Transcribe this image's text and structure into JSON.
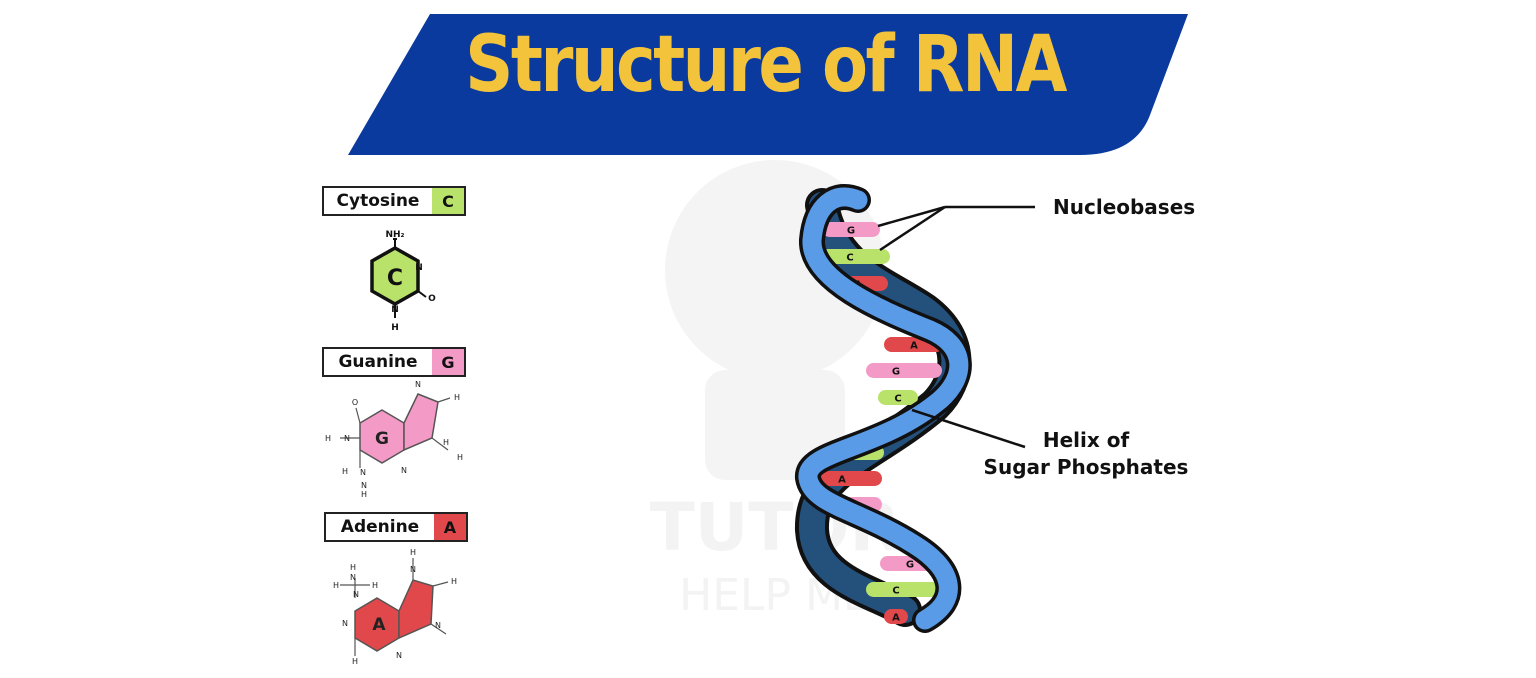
{
  "title": "Structure of RNA",
  "colors": {
    "banner": "#0a3a9e",
    "title": "#f2c33b",
    "cytosine": "#b9e26a",
    "guanine": "#f39bc6",
    "adenine": "#e0484b",
    "helix_front": "#5a9be8",
    "helix_back": "#24507c"
  },
  "legend": {
    "cytosine": {
      "name": "Cytosine",
      "code": "C",
      "ring_letter": "C",
      "atoms": [
        "NH₂",
        "N",
        "O",
        "N",
        "H"
      ]
    },
    "guanine": {
      "name": "Guanine",
      "code": "G",
      "ring_letter": "G",
      "atoms": [
        "O",
        "N",
        "H",
        "H",
        "N",
        "H",
        "H",
        "N",
        "N",
        "H",
        "N",
        "H"
      ]
    },
    "adenine": {
      "name": "Adenine",
      "code": "A",
      "ring_letter": "A",
      "atoms": [
        "H",
        "H",
        "N",
        "H",
        "N",
        "H",
        "N",
        "H",
        "N",
        "N",
        "H",
        "N"
      ]
    }
  },
  "helix": {
    "bases": [
      "G",
      "C",
      "A",
      "A",
      "G",
      "C",
      "C",
      "A",
      "G",
      "G",
      "C",
      "A"
    ]
  },
  "callouts": {
    "nucleobases": "Nucleobases",
    "helix_line1": "Helix of",
    "helix_line2": "Sugar Phosphates"
  },
  "watermark": {
    "line1": "TUTOR",
    "line2": "HELP ME"
  }
}
